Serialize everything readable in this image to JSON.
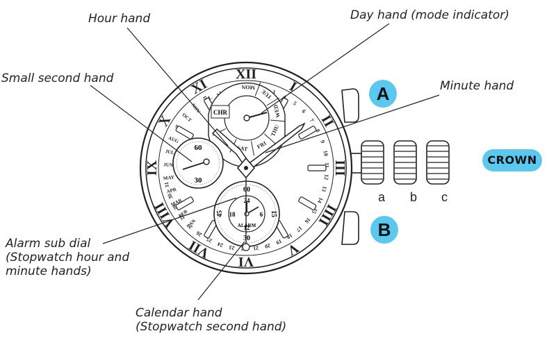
{
  "callouts": {
    "hour_hand": "Hour hand",
    "day_hand": "Day hand (mode indicator)",
    "small_second_hand": "Small second hand",
    "minute_hand": "Minute hand",
    "alarm_sub_dial": [
      "Alarm sub dial",
      "(Stopwatch hour and",
      "minute hands)"
    ],
    "calendar_hand": [
      "Calendar hand",
      "(Stopwatch second hand)"
    ]
  },
  "buttons": {
    "a": "A",
    "b": "B"
  },
  "crown": {
    "label": "CROWN",
    "positions": [
      "a",
      "b",
      "c"
    ]
  },
  "dial": {
    "roman_numerals": [
      "XII",
      "I",
      "II",
      "III",
      "IIII",
      "V",
      "VI",
      "VII",
      "VIII",
      "IX",
      "X",
      "XI"
    ],
    "date_numbers": [
      "1",
      "2",
      "3",
      "4",
      "5",
      "6",
      "7",
      "8",
      "9",
      "10",
      "11",
      "12",
      "13",
      "14",
      "15",
      "16",
      "17",
      "18",
      "19",
      "20",
      "21",
      "22",
      "23",
      "24",
      "25",
      "26",
      "27",
      "28",
      "29",
      "30",
      "31"
    ],
    "months": [
      "JAN",
      "FEB",
      "MAR",
      "APR",
      "MAY",
      "JUN",
      "JUL",
      "AUG",
      "SEP",
      "OCT",
      "NOV",
      "DEC"
    ],
    "leap_year": [
      "L",
      "+1",
      "+2",
      "+3"
    ],
    "day_window": {
      "chr": "CHR",
      "days": [
        "SUN",
        "SAT",
        "FRI",
        "THU",
        "WED",
        "TUE",
        "MON"
      ]
    },
    "small_second_dial": [
      "60",
      "30"
    ],
    "alarm_dial": {
      "outer": [
        "60",
        "15",
        "30",
        "45"
      ],
      "inner": [
        "24",
        "6",
        "12",
        "18"
      ],
      "label": "ALARM"
    }
  },
  "colors": {
    "accent": "#5bc8ef",
    "line": "#231f20"
  }
}
